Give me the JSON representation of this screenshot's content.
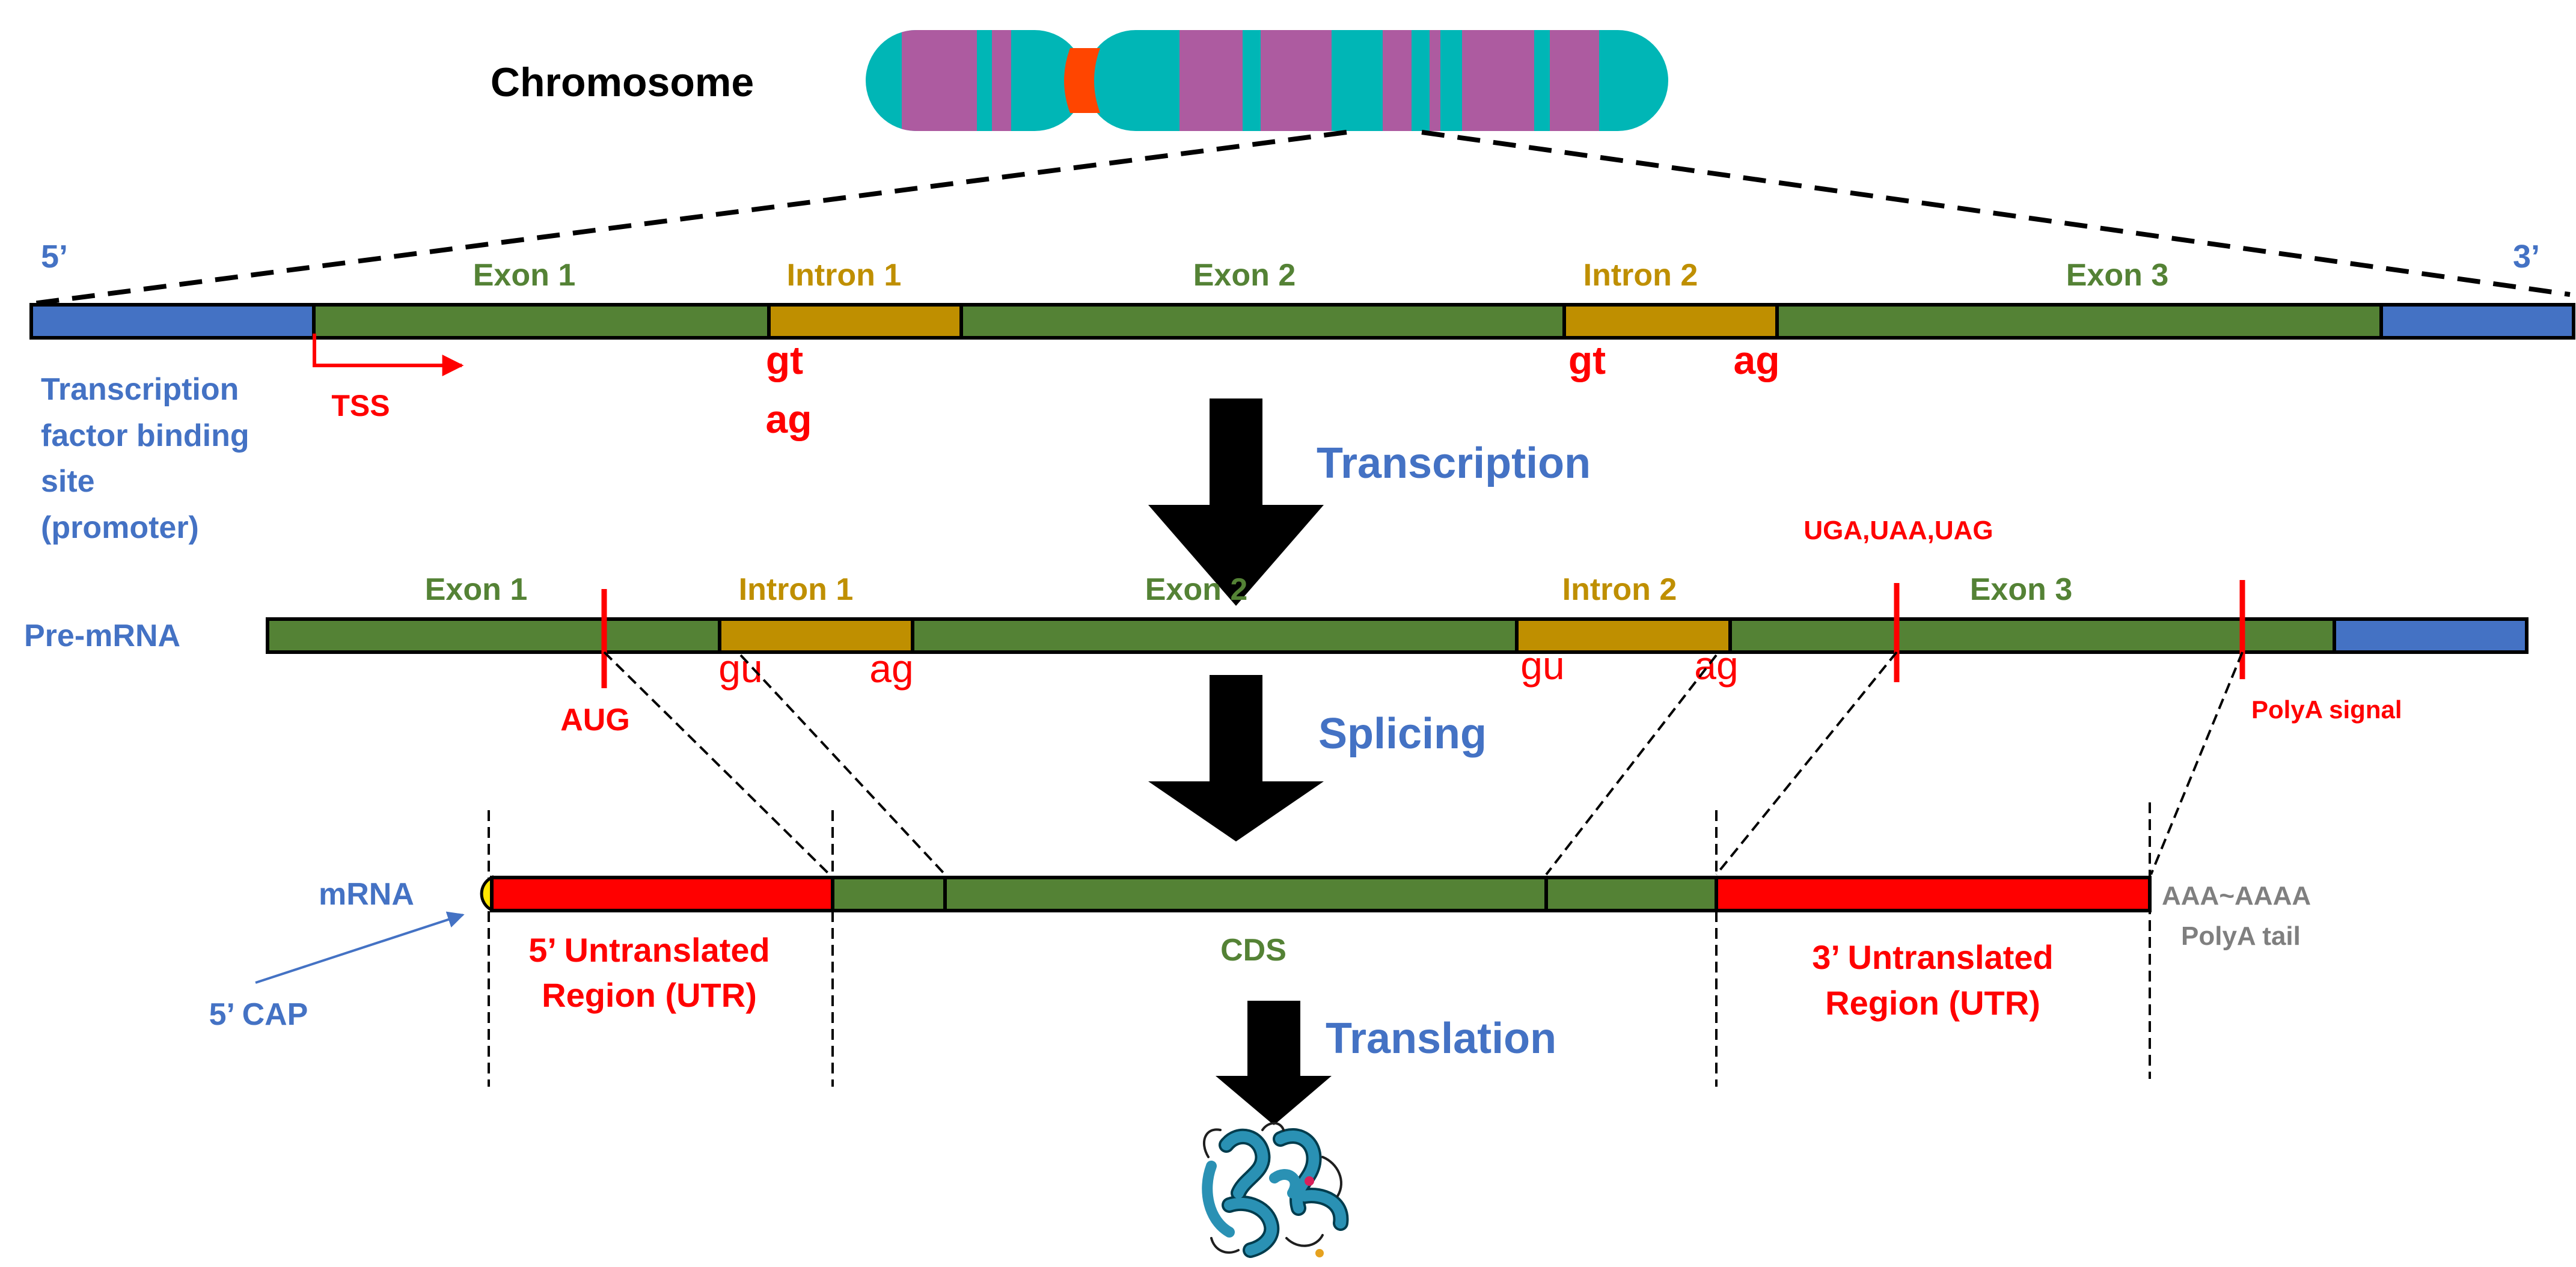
{
  "colors": {
    "blue_region": "#4472c4",
    "exon": "#548235",
    "intron": "#bf8f00",
    "utr": "#ff0000",
    "chromosome_teal": "#00b6b6",
    "chromosome_band": "#ad5ba0",
    "centromere": "#ff4500",
    "cap": "#ffe600"
  },
  "chromosome": {
    "label": "Chromosome"
  },
  "dna": {
    "five_prime": "5’",
    "three_prime": "3’",
    "segments": [
      "Exon 1",
      "Intron 1",
      "Exon 2",
      "Intron 2",
      "Exon 3"
    ],
    "intron1_sites": [
      "gt",
      "ag"
    ],
    "intron2_sites": [
      "gt",
      "ag"
    ],
    "promoter_label": [
      "Transcription",
      "factor binding",
      "site",
      "(promoter)"
    ],
    "tss": "TSS"
  },
  "steps": {
    "transcription": "Transcription",
    "splicing": "Splicing",
    "translation": "Translation"
  },
  "premrna": {
    "label": "Pre-mRNA",
    "segments": [
      "Exon 1",
      "Intron 1",
      "Exon 2",
      "Intron 2",
      "Exon 3"
    ],
    "intron1_sites": [
      "gu",
      "ag"
    ],
    "intron2_sites": [
      "gu",
      "ag"
    ],
    "start_codon": "AUG",
    "stop_codons": "UGA,UAA,UAG",
    "polya_signal": "PolyA signal"
  },
  "mrna": {
    "label": "mRNA",
    "cap": "5’ CAP",
    "utr5": [
      "5’ Untranslated",
      "Region (UTR)"
    ],
    "cds": "CDS",
    "utr3": [
      "3’ Untranslated",
      "Region (UTR)"
    ],
    "polya_seq": "AAA~AAAA",
    "polya_tail": "PolyA tail"
  }
}
